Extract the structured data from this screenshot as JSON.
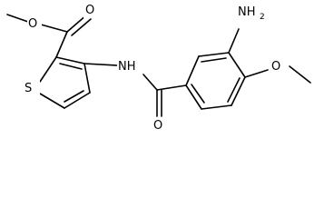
{
  "atoms": {
    "s1": "S",
    "nh": "NH",
    "nh2_main": "NH",
    "nh2_sub": "2",
    "o_ester_carbonyl": "O",
    "o_ester_single": "O",
    "o_amide": "O",
    "o_methoxy": "O"
  }
}
